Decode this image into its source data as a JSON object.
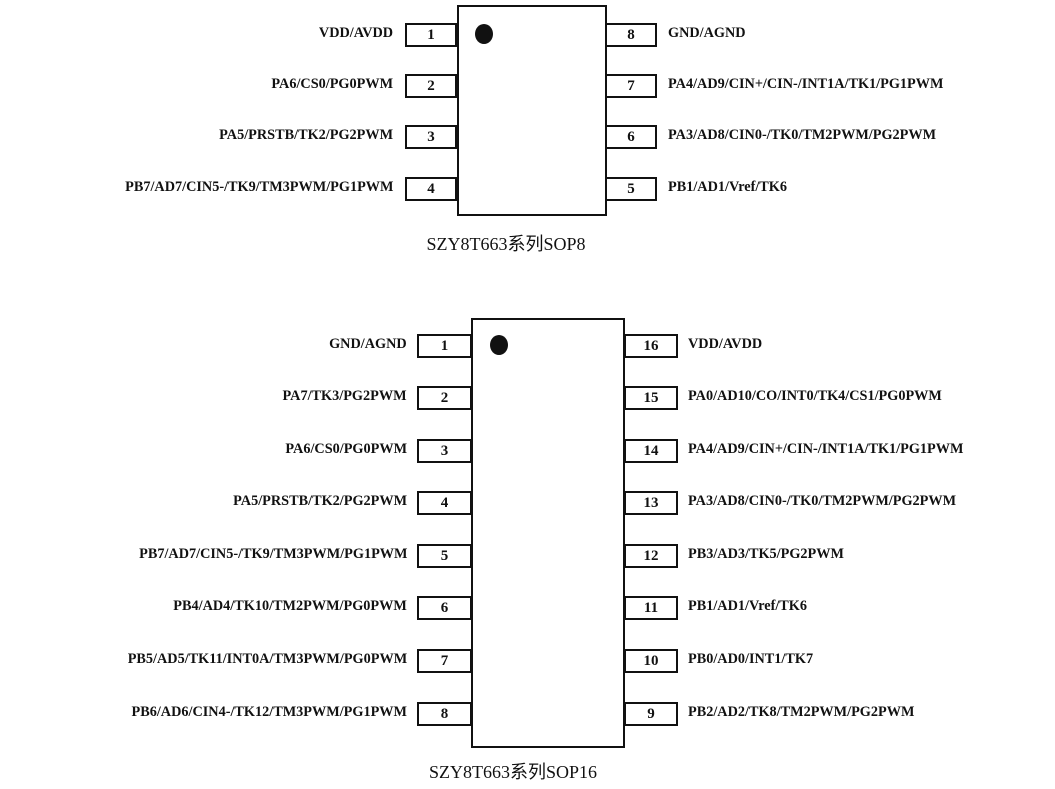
{
  "packages": [
    {
      "caption": "SZY8T663系列SOP8",
      "left_pins": [
        {
          "number": "1",
          "label": "VDD/AVDD"
        },
        {
          "number": "2",
          "label": "PA6/CS0/PG0PWM"
        },
        {
          "number": "3",
          "label": "PA5/PRSTB/TK2/PG2PWM"
        },
        {
          "number": "4",
          "label": "PB7/AD7/CIN5-/TK9/TM3PWM/PG1PWM"
        }
      ],
      "right_pins": [
        {
          "number": "8",
          "label": "GND/AGND"
        },
        {
          "number": "7",
          "label": "PA4/AD9/CIN+/CIN-/INT1A/TK1/PG1PWM"
        },
        {
          "number": "6",
          "label": "PA3/AD8/CIN0-/TK0/TM2PWM/PG2PWM"
        },
        {
          "number": "5",
          "label": "PB1/AD1/Vref/TK6"
        }
      ]
    },
    {
      "caption": "SZY8T663系列SOP16",
      "left_pins": [
        {
          "number": "1",
          "label": "GND/AGND"
        },
        {
          "number": "2",
          "label": "PA7/TK3/PG2PWM"
        },
        {
          "number": "3",
          "label": "PA6/CS0/PG0PWM"
        },
        {
          "number": "4",
          "label": "PA5/PRSTB/TK2/PG2PWM"
        },
        {
          "number": "5",
          "label": "PB7/AD7/CIN5-/TK9/TM3PWM/PG1PWM"
        },
        {
          "number": "6",
          "label": "PB4/AD4/TK10/TM2PWM/PG0PWM"
        },
        {
          "number": "7",
          "label": "PB5/AD5/TK11/INT0A/TM3PWM/PG0PWM"
        },
        {
          "number": "8",
          "label": "PB6/AD6/CIN4-/TK12/TM3PWM/PG1PWM"
        }
      ],
      "right_pins": [
        {
          "number": "16",
          "label": "VDD/AVDD"
        },
        {
          "number": "15",
          "label": "PA0/AD10/CO/INT0/TK4/CS1/PG0PWM"
        },
        {
          "number": "14",
          "label": "PA4/AD9/CIN+/CIN-/INT1A/TK1/PG1PWM"
        },
        {
          "number": "13",
          "label": "PA3/AD8/CIN0-/TK0/TM2PWM/PG2PWM"
        },
        {
          "number": "12",
          "label": "PB3/AD3/TK5/PG2PWM"
        },
        {
          "number": "11",
          "label": "PB1/AD1/Vref/TK6"
        },
        {
          "number": "10",
          "label": "PB0/AD0/INT1/TK7"
        },
        {
          "number": "9",
          "label": "PB2/AD2/TK8/TM2PWM/PG2PWM"
        }
      ]
    }
  ]
}
